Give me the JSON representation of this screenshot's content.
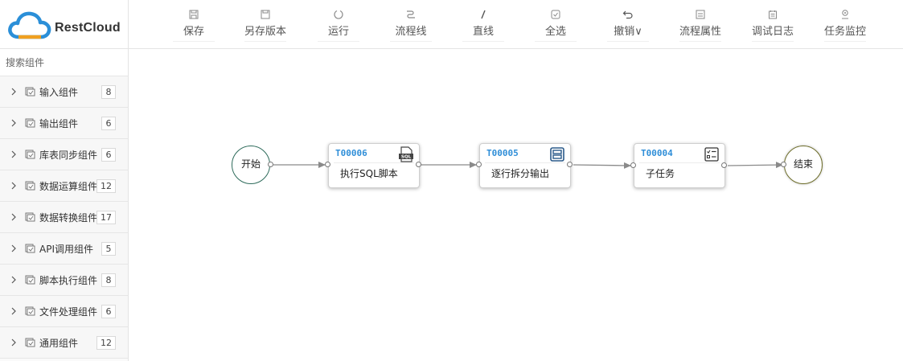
{
  "app": {
    "name": "RestCloud"
  },
  "toolbar": [
    {
      "label": "保存",
      "icon": "save-icon"
    },
    {
      "label": "另存版本",
      "icon": "save-as-icon"
    },
    {
      "label": "运行",
      "icon": "run-icon"
    },
    {
      "label": "流程线",
      "icon": "flow-line-icon"
    },
    {
      "label": "直线",
      "icon": "straight-line-icon"
    },
    {
      "label": "全选",
      "icon": "select-all-icon"
    },
    {
      "label": "撤销∨",
      "icon": "undo-icon"
    },
    {
      "label": "流程属性",
      "icon": "flow-properties-icon"
    },
    {
      "label": "调试日志",
      "icon": "debug-log-icon"
    },
    {
      "label": "任务监控",
      "icon": "task-monitor-icon"
    }
  ],
  "sidebar": {
    "search_placeholder": "搜索组件",
    "items": [
      {
        "label": "输入组件",
        "count": "8"
      },
      {
        "label": "输出组件",
        "count": "6"
      },
      {
        "label": "库表同步组件",
        "count": "6"
      },
      {
        "label": "数据运算组件",
        "count": "12"
      },
      {
        "label": "数据转换组件",
        "count": "17"
      },
      {
        "label": "API调用组件",
        "count": "5"
      },
      {
        "label": "脚本执行组件",
        "count": "8"
      },
      {
        "label": "文件处理组件",
        "count": "6"
      },
      {
        "label": "通用组件",
        "count": "12"
      }
    ]
  },
  "flow": {
    "start": {
      "label": "开始"
    },
    "end": {
      "label": "结束"
    },
    "tasks": [
      {
        "id": "T00006",
        "name": "执行SQL脚本",
        "icon": "sql-file-icon"
      },
      {
        "id": "T00005",
        "name": "逐行拆分输出",
        "icon": "split-rows-icon"
      },
      {
        "id": "T00004",
        "name": "子任务",
        "icon": "subtask-list-icon"
      }
    ]
  },
  "colors": {
    "brand_blue": "#2b8fd8",
    "task_id": "#2f8ed8",
    "start_border": "#2e6b5b",
    "end_border": "#6f6f2c",
    "edge": "#8a8a8a"
  }
}
